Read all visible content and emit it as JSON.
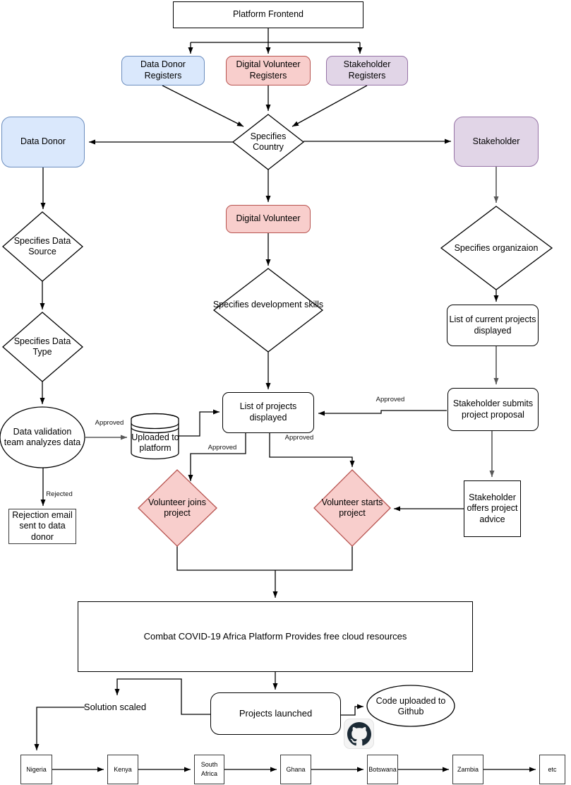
{
  "palette": {
    "blue_fill": "#dae8fc",
    "blue_stroke": "#6c8ebf",
    "red_fill": "#f8cecc",
    "red_stroke": "#b85450",
    "purple_fill": "#e1d5e7",
    "purple_stroke": "#9673a6"
  },
  "nodes": {
    "platform_frontend": "Platform Frontend",
    "data_donor_registers": "Data Donor Registers",
    "digital_volunteer_registers": "Digital Volunteer Registers",
    "stakeholder_registers": "Stakeholder Registers",
    "specifies_country": "Specifies Country",
    "data_donor": "Data Donor",
    "stakeholder": "Stakeholder",
    "digital_volunteer": "Digital Volunteer",
    "specifies_data_source": "Specifies Data Source",
    "specifies_data_type": "Specifies Data Type",
    "specifies_development_skills": "Specifies development skills",
    "specifies_organization": "Specifies organizaion",
    "list_current_projects": "List of current projects displayed",
    "data_validation": "Data validation team analyzes data",
    "uploaded_platform": "Uploaded to platform",
    "list_projects": "List of projects displayed",
    "stakeholder_submits": "Stakeholder submits project proposal",
    "rejection_email": "Rejection email sent to data donor",
    "volunteer_joins": "Volunteer joins project",
    "volunteer_starts": "Volunteer starts project",
    "stakeholder_offers": "Stakeholder offers project advice",
    "platform_resources": "Combat COVID-19 Africa Platform Provides free cloud resources",
    "solution_scaled": "Solution scaled",
    "projects_launched": "Projects launched",
    "code_uploaded": "Code uploaded to Github"
  },
  "edge_labels": {
    "upload_approved": "Approved",
    "submit_approved": "Approved",
    "joins_approved": "Approved",
    "starts_approved": "Approved",
    "rejected": "Rejected"
  },
  "countries": [
    "Nigeria",
    "Kenya",
    "South Africa",
    "Ghana",
    "Botswana",
    "Zambia",
    "etc"
  ],
  "icons": {
    "github": "github-octocat"
  }
}
